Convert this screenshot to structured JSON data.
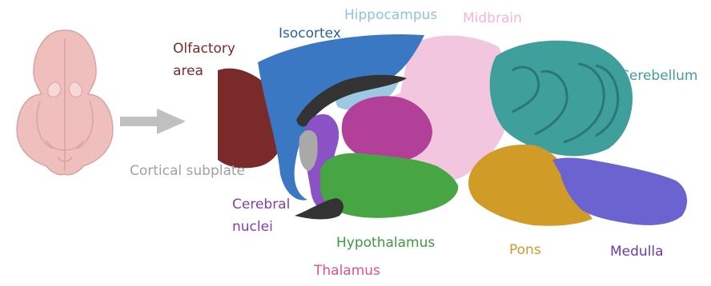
{
  "labels": {
    "olfactory_line1": "Olfactory",
    "olfactory_line2": "area",
    "isocortex": "Isocortex",
    "hippocampus": "Hippocampus",
    "midbrain": "Midbrain",
    "cerebellum": "Cerebellum",
    "cortical_subplate": "Cortical subplate",
    "cerebral_nuclei_line1": "Cerebral",
    "cerebral_nuclei_line2": "nuclei",
    "hypothalamus": "Hypothalamus",
    "pons": "Pons",
    "medulla": "Medulla",
    "thalamus": "Thalamus"
  },
  "colors": {
    "olfactory": "#7b2a2a",
    "isocortex": "#3a78c4",
    "hippocampus": "#9cc8e4",
    "midbrain": "#f3c6df",
    "cerebellum": "#3f9f9a",
    "cortical_subplate": "#a9a9a9",
    "cerebral_nuclei": "#8a52c4",
    "hypothalamus": "#48a544",
    "pons": "#d09b27",
    "medulla": "#6b63cf",
    "thalamus": "#b23f98",
    "fiber": "#333333",
    "whole_brain": "#eebfbd",
    "arrow": "#c0c0c0"
  }
}
